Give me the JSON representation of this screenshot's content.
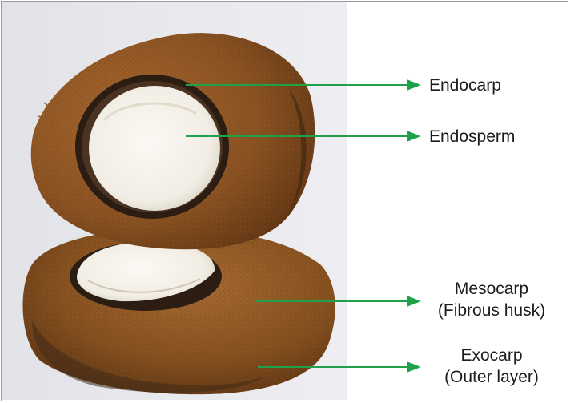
{
  "figure": {
    "labels": [
      {
        "id": "endocarp",
        "lines": [
          "Endocarp"
        ]
      },
      {
        "id": "endosperm",
        "lines": [
          "Endosperm"
        ]
      },
      {
        "id": "mesocarp",
        "lines": [
          "Mesocarp",
          "(Fibrous husk)"
        ]
      },
      {
        "id": "exocarp",
        "lines": [
          "Exocarp",
          "(Outer layer)"
        ]
      }
    ],
    "colors": {
      "arrow": "#1fa14a",
      "husk": "#8a5222",
      "husk_dark": "#5a3312",
      "endosperm": "#f4f1ea",
      "shell": "#2b1d12",
      "background_left": "#e8e8ec",
      "background_right": "#ffffff",
      "frame": "#9a9a9a"
    },
    "icons": [
      "coconut-half-photo",
      "arrow-right-icon"
    ]
  }
}
